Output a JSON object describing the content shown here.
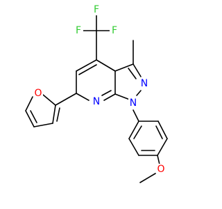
{
  "molecule": {
    "atoms": [
      {
        "id": "F1",
        "label": "F",
        "color": "#33cc33"
      },
      {
        "id": "F2",
        "label": "F",
        "color": "#33cc33"
      },
      {
        "id": "F3",
        "label": "F",
        "color": "#33cc33"
      },
      {
        "id": "O_furan",
        "label": "O",
        "color": "#ff0000"
      },
      {
        "id": "N_pyr",
        "label": "N",
        "color": "#0000ff"
      },
      {
        "id": "N1",
        "label": "N",
        "color": "#0000ff"
      },
      {
        "id": "N2",
        "label": "N",
        "color": "#0000ff"
      },
      {
        "id": "O_methoxy",
        "label": "O",
        "color": "#ff0000"
      }
    ]
  }
}
